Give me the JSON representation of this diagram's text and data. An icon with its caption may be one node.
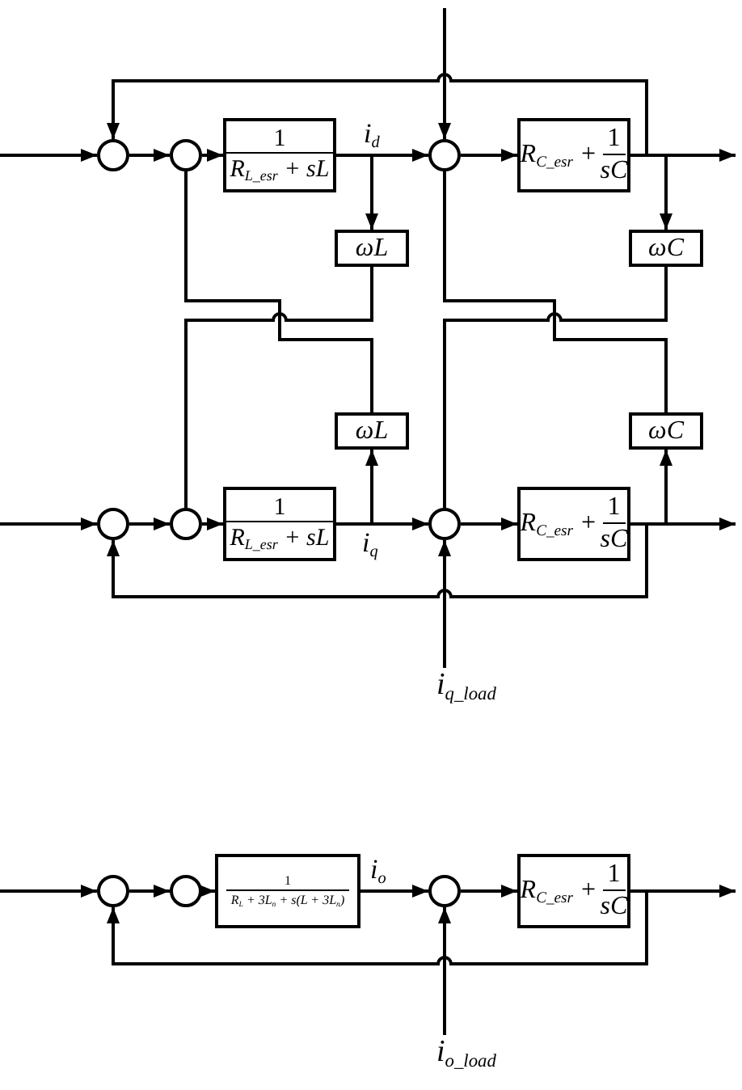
{
  "diagram": {
    "nodes": [
      {
        "text": [],
        "shape": "circle"
      },
      {
        "text": [],
        "shape": "circle"
      },
      {
        "text": [
          "1",
          "R$_{L_esr}$ + sL"
        ]
      },
      {
        "text": [],
        "shape": "circle"
      },
      {
        "text": [
          "R$_{C_esr}$ +",
          "1",
          "sC"
        ]
      },
      {
        "text": [
          "ωL"
        ]
      },
      {
        "text": [
          "ωC"
        ]
      },
      {
        "text": [
          "ωL"
        ]
      },
      {
        "text": [
          "ωC"
        ]
      },
      {
        "text": [],
        "shape": "circle"
      },
      {
        "text": [],
        "shape": "circle"
      },
      {
        "text": [
          "1",
          "R$_{L_esr}$ + sL"
        ]
      },
      {
        "text": [],
        "shape": "circle"
      },
      {
        "text": [
          "R$_{C_esr}$ +",
          "1",
          "sC"
        ]
      },
      {
        "text": [
          "i$_{q_load}$"
        ]
      },
      {
        "text": [],
        "shape": "circle"
      },
      {
        "text": [],
        "shape": "circle"
      },
      {
        "text": [
          "1",
          "R$_{L}$ + 3L$_{n}$ + s(L + 3L$_{n}$)"
        ]
      },
      {
        "text": [],
        "shape": "circle"
      },
      {
        "text": [
          "R$_{C_esr}$ +",
          "1",
          "sC"
        ]
      },
      {
        "text": [
          "i$_{o_load}$"
        ]
      }
    ],
    "edges": [
      {
        "from": null,
        "to": 0,
        "arrow": "to"
      },
      {
        "from": 0,
        "to": 1,
        "arrow": "to"
      },
      {
        "from": 1,
        "to": 2,
        "arrow": "to"
      },
      {
        "from": 2,
        "to": 3,
        "arrow": "to",
        "label": "i$_{d}$"
      },
      {
        "from": 3,
        "to": 4,
        "arrow": "to"
      },
      {
        "from": 4,
        "to": null,
        "arrow": "to"
      },
      {
        "from": 2,
        "to": 5,
        "arrow": "to"
      },
      {
        "from": 4,
        "to": 6,
        "arrow": "to"
      },
      {
        "from": 4,
        "to": 0,
        "arrow": "to"
      },
      {
        "from": null,
        "to": 3,
        "arrow": "to"
      },
      {
        "from": 5,
        "to": 10,
        "arrow": "none"
      },
      {
        "from": 7,
        "to": 1,
        "arrow": "none"
      },
      {
        "from": 6,
        "to": 12,
        "arrow": "none"
      },
      {
        "from": 8,
        "to": 3,
        "arrow": "none"
      },
      {
        "from": null,
        "to": 9,
        "arrow": "to"
      },
      {
        "from": 9,
        "to": 10,
        "arrow": "to"
      },
      {
        "from": 10,
        "to": 11,
        "arrow": "to"
      },
      {
        "from": 11,
        "to": 12,
        "arrow": "to",
        "label": "i$_{q}$"
      },
      {
        "from": 12,
        "to": 13,
        "arrow": "to"
      },
      {
        "from": 13,
        "to": null,
        "arrow": "to"
      },
      {
        "from": 11,
        "to": 7,
        "arrow": "to"
      },
      {
        "from": 13,
        "to": 8,
        "arrow": "to"
      },
      {
        "from": 13,
        "to": 9,
        "arrow": "to"
      },
      {
        "from": 14,
        "to": 12,
        "arrow": "to"
      },
      {
        "from": null,
        "to": 15,
        "arrow": "to"
      },
      {
        "from": 15,
        "to": 16,
        "arrow": "to"
      },
      {
        "from": 16,
        "to": 17,
        "arrow": "to"
      },
      {
        "from": 17,
        "to": 18,
        "arrow": "to",
        "label": "i$_{o}$"
      },
      {
        "from": 18,
        "to": 19,
        "arrow": "to"
      },
      {
        "from": 19,
        "to": null,
        "arrow": "to"
      },
      {
        "from": 19,
        "to": 15,
        "arrow": "to"
      },
      {
        "from": 20,
        "to": 18,
        "arrow": "to"
      }
    ]
  }
}
